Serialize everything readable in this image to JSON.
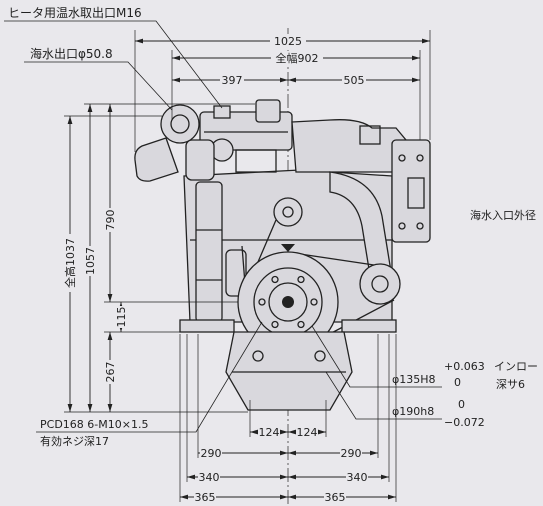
{
  "diagram": {
    "callouts": {
      "heater_outlet": "ヒータ用温水取出口M16",
      "seawater_outlet": "海水出口φ50.8",
      "seawater_inlet": "海水入口外径",
      "flange_bolts": "PCD168 6-M10×1.5",
      "thread_depth": "有効ネジ深17",
      "spigot": "インロー",
      "spigot_depth": "深サ6"
    },
    "top_dimensions": {
      "overall_length": "1025",
      "overall_width": "全幅902",
      "left_of_center": "397",
      "right_of_center": "505"
    },
    "side_dimensions": {
      "overall_height": "全高1037",
      "height_1057": "1057",
      "height_790": "790",
      "height_115": "115",
      "height_267": "267"
    },
    "bottom_dimensions": [
      {
        "left": "124",
        "right": "124"
      },
      {
        "left": "290",
        "right": "290"
      },
      {
        "left": "340",
        "right": "340"
      },
      {
        "left": "365",
        "right": "365"
      }
    ],
    "fits": {
      "bore": {
        "label": "φ135H8",
        "upper": "+0.063",
        "lower": "0"
      },
      "shaft": {
        "label": "φ190h8",
        "upper": "0",
        "lower": "−0.072"
      }
    }
  },
  "colors": {
    "background": "#e9e8ec",
    "line": "#222222"
  }
}
